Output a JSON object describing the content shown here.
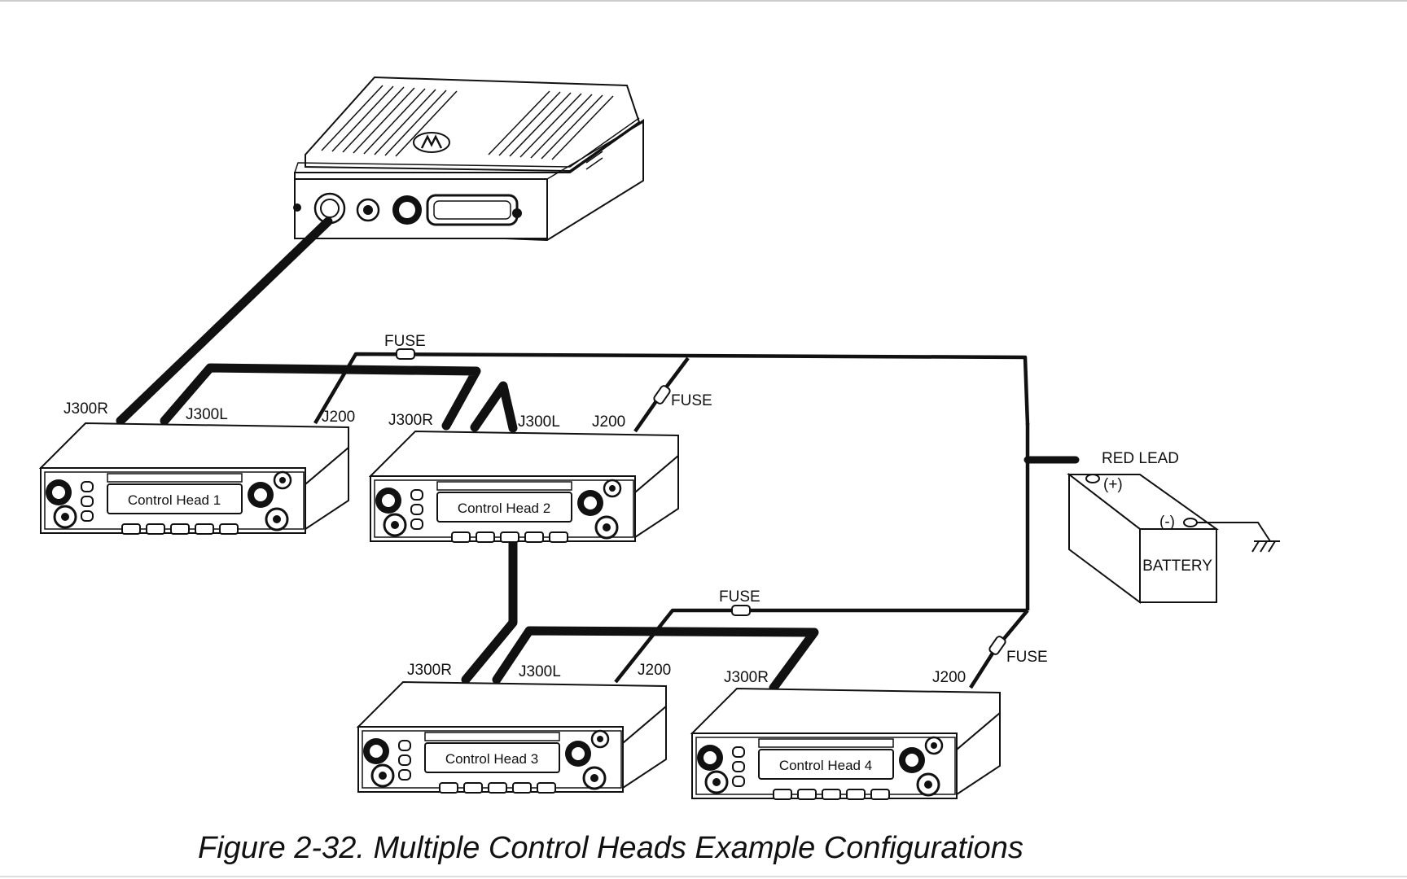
{
  "labels": {
    "j300r": "J300R",
    "j300l": "J300L",
    "j200": "J200",
    "fuse": "FUSE",
    "red_lead": "RED LEAD",
    "plus": "(+)",
    "minus": "(-)",
    "battery": "BATTERY"
  },
  "control_heads": [
    {
      "name": "Control Head 1"
    },
    {
      "name": "Control Head 2"
    },
    {
      "name": "Control Head 3"
    },
    {
      "name": "Control Head 4"
    }
  ],
  "caption": "Figure 2-32.  Multiple Control Heads Example Configurations"
}
